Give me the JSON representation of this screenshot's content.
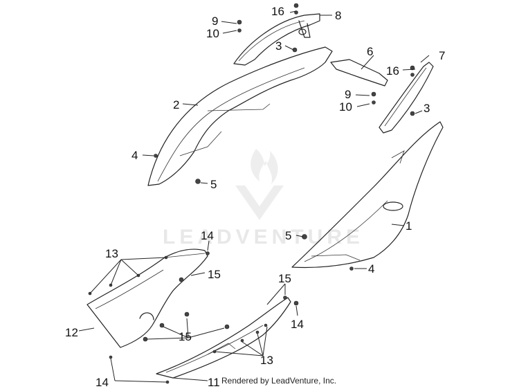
{
  "watermark": {
    "text": "LEADVENTURE"
  },
  "credit": {
    "text": "Rendered by LeadVenture, Inc."
  },
  "callouts": {
    "c1": "1",
    "c2": "2",
    "c3a": "3",
    "c3b": "3",
    "c4a": "4",
    "c4b": "4",
    "c5a": "5",
    "c5b": "5",
    "c6": "6",
    "c7": "7",
    "c8": "8",
    "c9a": "9",
    "c9b": "9",
    "c10a": "10",
    "c10b": "10",
    "c11": "11",
    "c12": "12",
    "c13a": "13",
    "c13b": "13",
    "c14a": "14",
    "c14b": "14",
    "c14c": "14",
    "c15a": "15",
    "c15b": "15",
    "c15c": "15",
    "c16a": "16",
    "c16b": "16"
  }
}
